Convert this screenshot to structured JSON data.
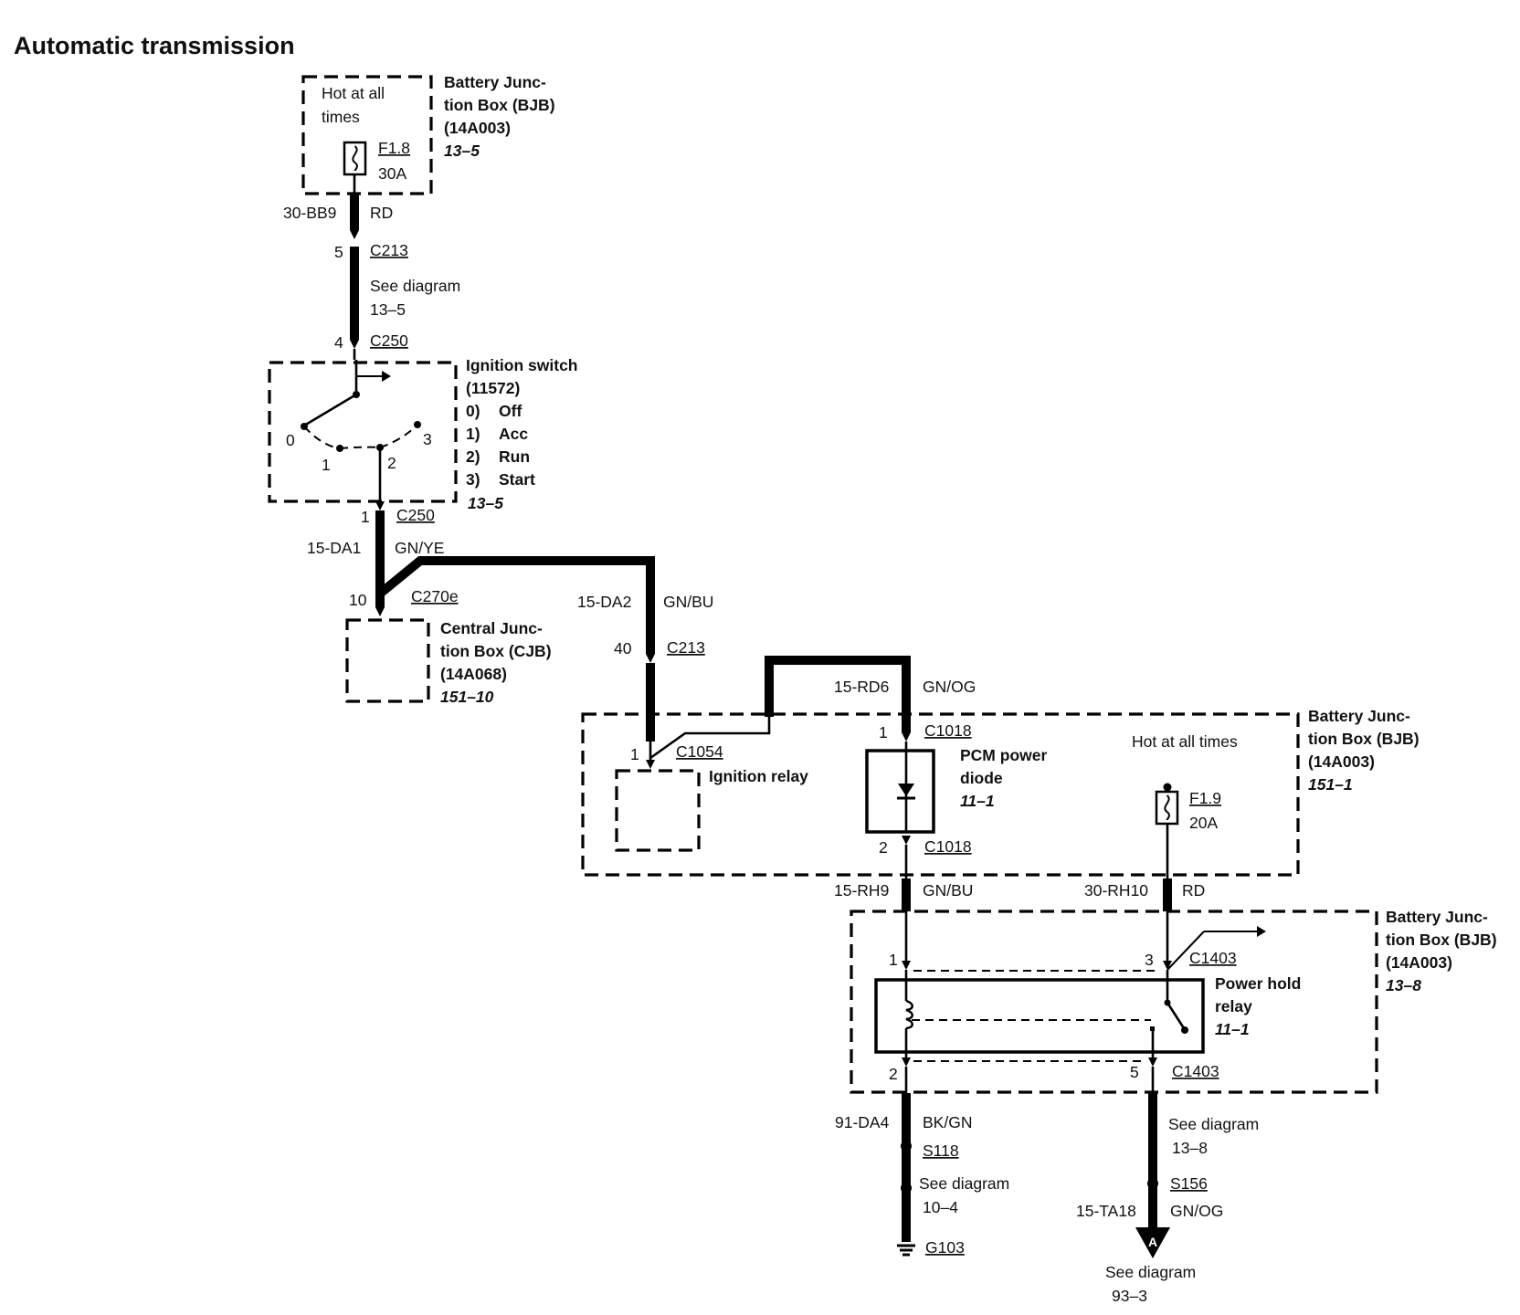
{
  "title": "Automatic transmission",
  "bjb1": {
    "hot_line1": "Hot at all",
    "hot_line2": "times",
    "fuse_id": "F1.8",
    "fuse_rating": "30A",
    "name1": "Battery Junc-",
    "name2": "tion Box (BJB)",
    "part": "(14A003)",
    "ref": "13–5"
  },
  "wire_30bb9": {
    "circuit": "30-BB9",
    "color": "RD"
  },
  "c213_top": {
    "pin": "5",
    "connector": "C213"
  },
  "see_1": {
    "line1": "See diagram",
    "line2": "13–5"
  },
  "c250_top": {
    "pin": "4",
    "connector": "C250"
  },
  "ignition_switch": {
    "name": "Ignition switch",
    "part": "(11572)",
    "positions": [
      {
        "num": "0)",
        "label": "Off"
      },
      {
        "num": "1)",
        "label": "Acc"
      },
      {
        "num": "2)",
        "label": "Run"
      },
      {
        "num": "3)",
        "label": "Start"
      }
    ],
    "ref": "13–5",
    "pos_labels": [
      "0",
      "1",
      "2",
      "3"
    ]
  },
  "c250_bottom": {
    "pin": "1",
    "connector": "C250"
  },
  "wire_15da1": {
    "circuit": "15-DA1",
    "color": "GN/YE"
  },
  "c270e": {
    "pin": "10",
    "connector": "C270e"
  },
  "cjb": {
    "name1": "Central Junc-",
    "name2": "tion Box (CJB)",
    "part": "(14A068)",
    "ref": "151–10"
  },
  "wire_15da2": {
    "circuit": "15-DA2",
    "color": "GN/BU"
  },
  "c213_mid": {
    "pin": "40",
    "connector": "C213"
  },
  "wire_15rd6": {
    "circuit": "15-RD6",
    "color": "GN/OG"
  },
  "bjb2": {
    "name1": "Battery Junc-",
    "name2": "tion Box (BJB)",
    "part": "(14A003)",
    "ref": "151–1",
    "hot": "Hot at all times",
    "fuse_id": "F1.9",
    "fuse_rating": "20A"
  },
  "c1054": {
    "pin": "1",
    "connector": "C1054"
  },
  "ignition_relay": {
    "name": "Ignition relay"
  },
  "c1018_top": {
    "pin": "1",
    "connector": "C1018"
  },
  "pcm_diode": {
    "name1": "PCM power",
    "name2": "diode",
    "ref": "11–1"
  },
  "c1018_bottom": {
    "pin": "2",
    "connector": "C1018"
  },
  "wire_15rh9": {
    "circuit": "15-RH9",
    "color": "GN/BU"
  },
  "wire_30rh10": {
    "circuit": "30-RH10",
    "color": "RD"
  },
  "bjb3": {
    "name1": "Battery Junc-",
    "name2": "tion Box (BJB)",
    "part": "(14A003)",
    "ref": "13–8"
  },
  "c1403_pin1": {
    "pin": "1"
  },
  "c1403_pin3": {
    "pin": "3",
    "connector": "C1403"
  },
  "power_hold_relay": {
    "name1": "Power hold",
    "name2": "relay",
    "ref": "11–1"
  },
  "c1403_pin2": {
    "pin": "2"
  },
  "c1403_pin5": {
    "pin": "5",
    "connector": "C1403"
  },
  "wire_91da4": {
    "circuit": "91-DA4",
    "color": "BK/GN"
  },
  "s118": {
    "splice": "S118"
  },
  "see_2": {
    "line1": "See diagram",
    "line2": "10–4"
  },
  "g103": {
    "ground": "G103"
  },
  "see_3": {
    "line1": "See diagram",
    "line2": "13–8"
  },
  "s156": {
    "splice": "S156"
  },
  "wire_15ta18": {
    "circuit": "15-TA18",
    "color": "GN/OG"
  },
  "connector_a": {
    "letter": "A"
  },
  "see_4": {
    "line1": "See diagram",
    "line2": "93–3"
  }
}
